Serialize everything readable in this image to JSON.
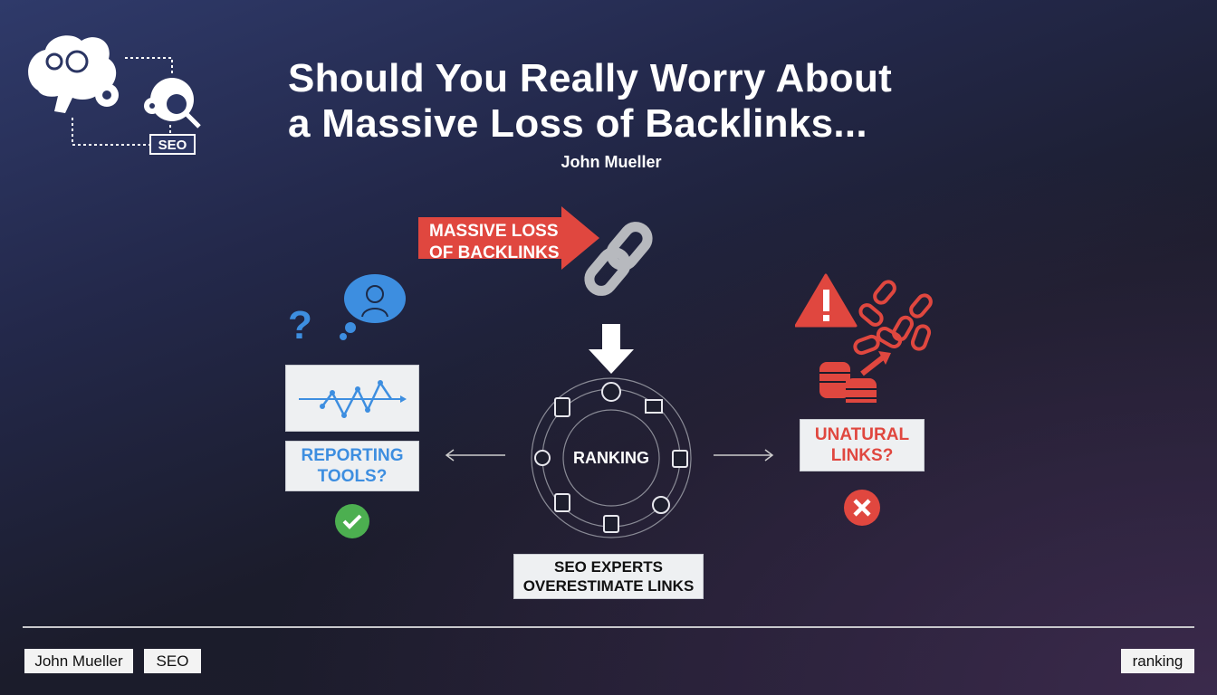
{
  "title": {
    "line1": "Should You Really Worry About",
    "line2": "a Massive Loss of Backlinks..."
  },
  "author": "John Mueller",
  "logo": {
    "seo_label": "SEO"
  },
  "banner": {
    "line1": "MASSIVE LOSS",
    "line2": "OF BACKLINKS"
  },
  "center": {
    "label": "RANKING",
    "caption_line1": "SEO EXPERTS",
    "caption_line2": "OVERESTIMATE LINKS"
  },
  "left": {
    "label_line1": "REPORTING",
    "label_line2": "TOOLS?"
  },
  "right": {
    "label_line1": "UNATURAL",
    "label_line2": "LINKS?"
  },
  "footer": {
    "tags": [
      "John Mueller",
      "SEO"
    ],
    "right_tag": "ranking"
  },
  "colors": {
    "red": "#e0473f",
    "blue": "#3d8ee0",
    "green": "#4caf50",
    "panel": "#eef0f2"
  }
}
